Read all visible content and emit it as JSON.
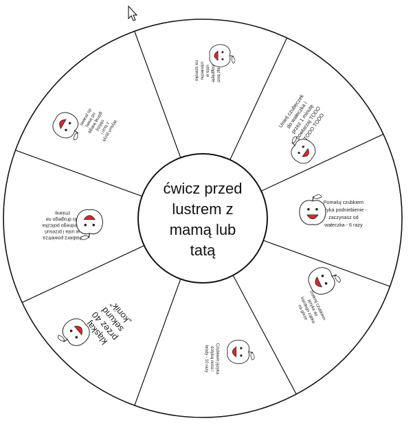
{
  "center": {
    "lines": [
      "ćwicz przed",
      "lustrem z",
      "mamą lub",
      "tatą"
    ]
  },
  "segments": [
    {
      "lines": [
        "Wyciąż buzi",
        "rozciągnięte",
        "usta w",
        "uśmiechu",
        "na szeroko"
      ]
    },
    {
      "lines": [
        "Unieś czubeczek",
        "do wałeczka i",
        "przez 1 minutę",
        "powtarzaj TODO",
        "TODO TODO"
      ]
    },
    {
      "lines": [
        "Pomaluj czubkiem",
        "języka podniebienie -",
        "zaczynasz od",
        "wałeczka - 6 razy"
      ]
    },
    {
      "lines": [
        "Dotknij czubkiem",
        "języka do",
        "każdego ząbka",
        "na górze"
      ]
    },
    {
      "lines": [
        "Czubkiem języka",
        "dotykaj nosa i",
        "brody - 10 razy"
      ]
    },
    {
      "lines": [
        "kląskaj",
        "przez 40",
        "sekund",
        "„konik”"
      ]
    },
    {
      "lines": [
        "Nabierz powietrza",
        "w usta i przesuń",
        "z jednego policzka",
        "do drugiego na",
        "zmianę."
      ]
    },
    {
      "lines": [
        "Wysuń język",
        "z buzi i",
        "oblizuj",
        "górną wargę",
        "od lewej",
        "do prawej"
      ]
    }
  ],
  "icons": {
    "face": "apple-face-icon",
    "cursor": "mouse-pointer-icon"
  },
  "colors": {
    "mouth": "#d9272e",
    "line": "#111111"
  }
}
